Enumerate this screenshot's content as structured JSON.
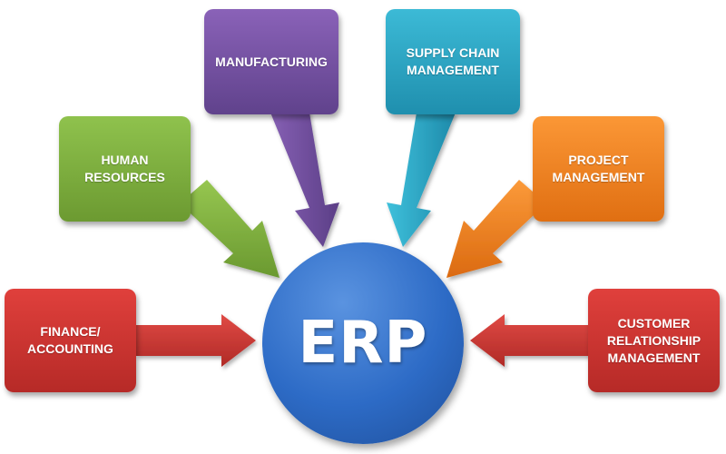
{
  "center": {
    "label": "ERP",
    "color": "#2d6bc6"
  },
  "modules": [
    {
      "id": "finance",
      "label": "FINANCE/\nACCOUNTING",
      "color": "#c7312d"
    },
    {
      "id": "hr",
      "label": "HUMAN\nRESOURCES",
      "color": "#7cae3c"
    },
    {
      "id": "mfg",
      "label": "MANUFACTURING",
      "color": "#7250a2"
    },
    {
      "id": "scm",
      "label": "SUPPLY CHAIN\nMANAGEMENT",
      "color": "#2aa5c4"
    },
    {
      "id": "pm",
      "label": "PROJECT\nMANAGEMENT",
      "color": "#f08220"
    },
    {
      "id": "crm",
      "label": "CUSTOMER\nRELATIONSHIP\nMANAGEMENT",
      "color": "#c7312d"
    }
  ]
}
